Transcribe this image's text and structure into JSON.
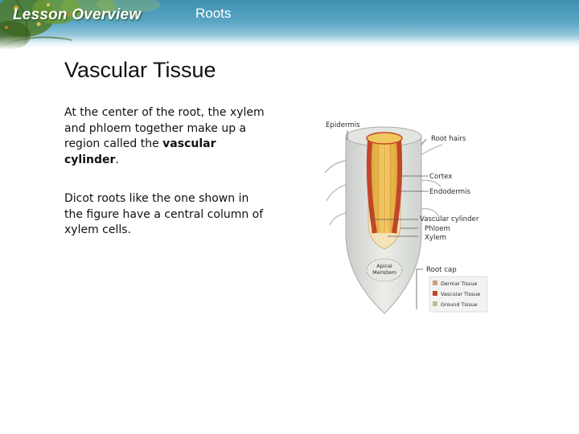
{
  "header": {
    "lesson_title": "Lesson Overview",
    "section_title": "Roots"
  },
  "slide": {
    "title": "Vascular Tissue",
    "paragraph1": {
      "before": "At the center of the root, the xylem and phloem together make up a region called the ",
      "bold": "vascular cylinder",
      "after": "."
    },
    "paragraph2": "Dicot roots like the one shown in the figure have a central column of xylem cells."
  },
  "figure": {
    "labels": {
      "epidermis": "Epidermis",
      "root_hairs": "Root hairs",
      "cortex": "Cortex",
      "endodermis": "Endodermis",
      "vascular_cylinder": "Vascular cylinder",
      "phloem": "Phloem",
      "xylem": "Xylem",
      "apical_meristem_1": "Apical",
      "apical_meristem_2": "Meristem",
      "root_cap": "Root cap"
    },
    "legend": [
      {
        "label": "Dermal Tissue",
        "color": "#c9a27a"
      },
      {
        "label": "Vascular Tissue",
        "color": "#c2462a"
      },
      {
        "label": "Ground Tissue",
        "color": "#b8bea0"
      }
    ]
  }
}
